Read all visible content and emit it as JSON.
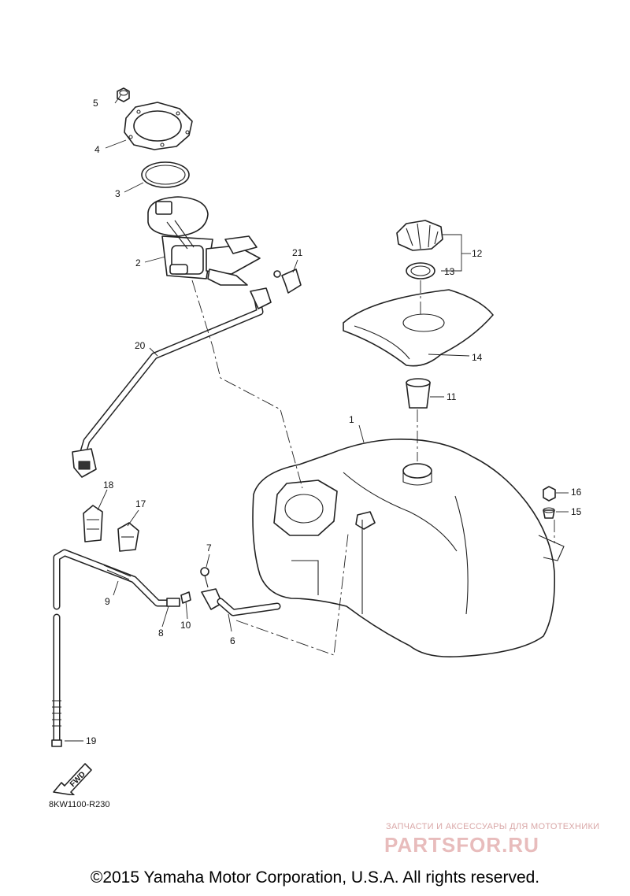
{
  "diagram": {
    "callouts": [
      "1",
      "2",
      "3",
      "4",
      "5",
      "6",
      "7",
      "8",
      "9",
      "10",
      "11",
      "12",
      "13",
      "14",
      "15",
      "16",
      "17",
      "18",
      "19",
      "20",
      "21"
    ],
    "drawing_code": "8KW1100-R230",
    "fwd_label": "FWD"
  },
  "watermark": {
    "tagline": "ЗАПЧАСТИ И АКСЕССУАРЫ ДЛЯ МОТОТЕХНИКИ",
    "logo": "PARTSFOR.RU"
  },
  "footer": {
    "copyright": "©2015 Yamaha Motor Corporation, U.S.A. All rights reserved."
  }
}
